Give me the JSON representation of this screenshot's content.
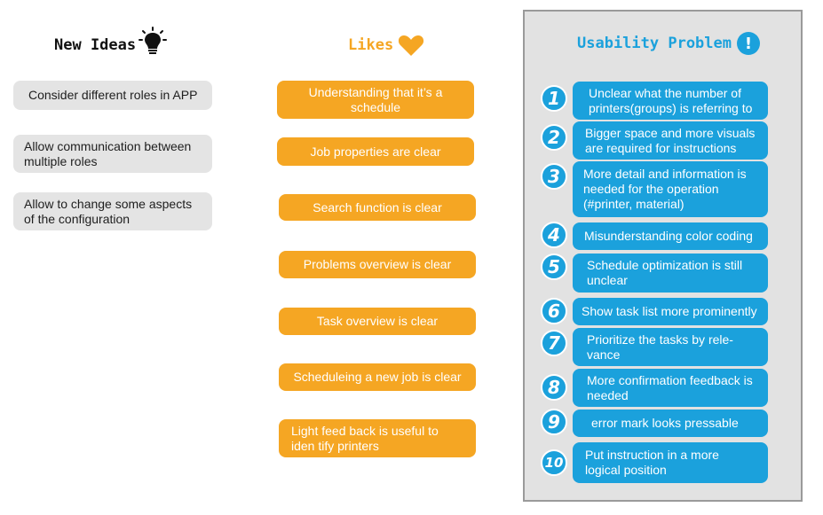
{
  "new_ideas": {
    "title": "New Ideas",
    "icon": "lightbulb-icon",
    "items": [
      "Consider different roles in APP",
      "Allow communication between multiple roles",
      "Allow to change some aspects of the configuration"
    ]
  },
  "likes": {
    "title": "Likes",
    "icon": "heart-icon",
    "items": [
      "Understanding that it’s a schedule",
      "Job properties are clear",
      "Search function is clear",
      "Problems overview is clear",
      "Task overview is clear",
      "Scheduleing a new job is clear",
      "Light feed back is useful to iden tify printers"
    ]
  },
  "usability": {
    "title": "Usability Problem",
    "icon": "exclamation-icon",
    "items": [
      {
        "num": "1",
        "text": "Unclear what the number of printers(groups) is referring to"
      },
      {
        "num": "2",
        "text": "Bigger space and more visuals are required for instructions"
      },
      {
        "num": "3",
        "text": "More detail and information is needed for the operation (#printer, material)"
      },
      {
        "num": "4",
        "text": "Misunderstanding color coding"
      },
      {
        "num": "5",
        "text": "Schedule optimization is still unclear"
      },
      {
        "num": "6",
        "text": "Show task list more prominently"
      },
      {
        "num": "7",
        "text": "Prioritize the tasks by rele-vance"
      },
      {
        "num": "8",
        "text": "More confirmation feedback is needed"
      },
      {
        "num": "9",
        "text": "error mark looks pressable"
      },
      {
        "num": "10",
        "text": "Put instruction in a more logical position"
      }
    ]
  },
  "colors": {
    "idea_note": "#e4e4e4",
    "like_note": "#f5a623",
    "problem_note": "#1ba1dc",
    "panel": "#e2e2e2"
  }
}
